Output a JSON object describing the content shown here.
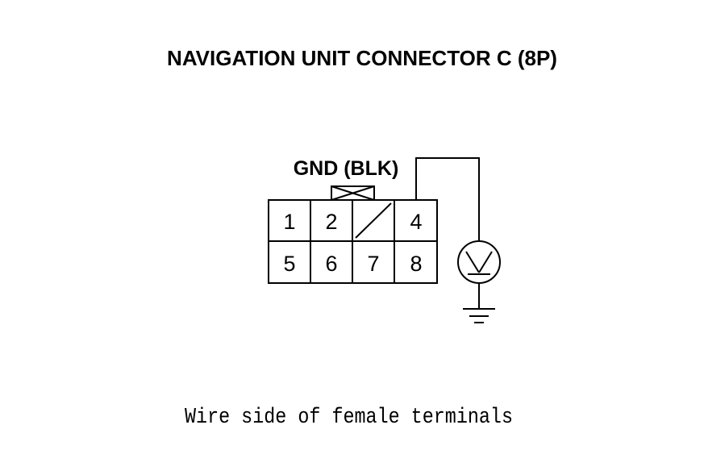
{
  "title": "NAVIGATION UNIT CONNECTOR C (8P)",
  "connector": {
    "terminal_label": "GND (BLK)",
    "pins": {
      "p1": "1",
      "p2": "2",
      "p4": "4",
      "p5": "5",
      "p6": "6",
      "p7": "7",
      "p8": "8"
    }
  },
  "meter": {
    "symbol": "V"
  },
  "caption": "Wire side of female terminals"
}
